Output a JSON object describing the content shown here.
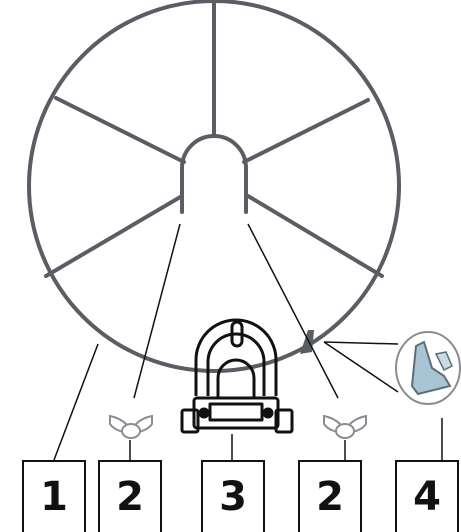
{
  "parts": [
    {
      "id": "frame",
      "label": "1"
    },
    {
      "id": "wing-nut-left",
      "label": "2"
    },
    {
      "id": "bracket",
      "label": "3"
    },
    {
      "id": "wing-nut-right",
      "label": "2"
    },
    {
      "id": "clip",
      "label": "4"
    }
  ],
  "colors": {
    "frame": "#5a5d63",
    "line": "#111111",
    "nut": "#8a8d92"
  }
}
